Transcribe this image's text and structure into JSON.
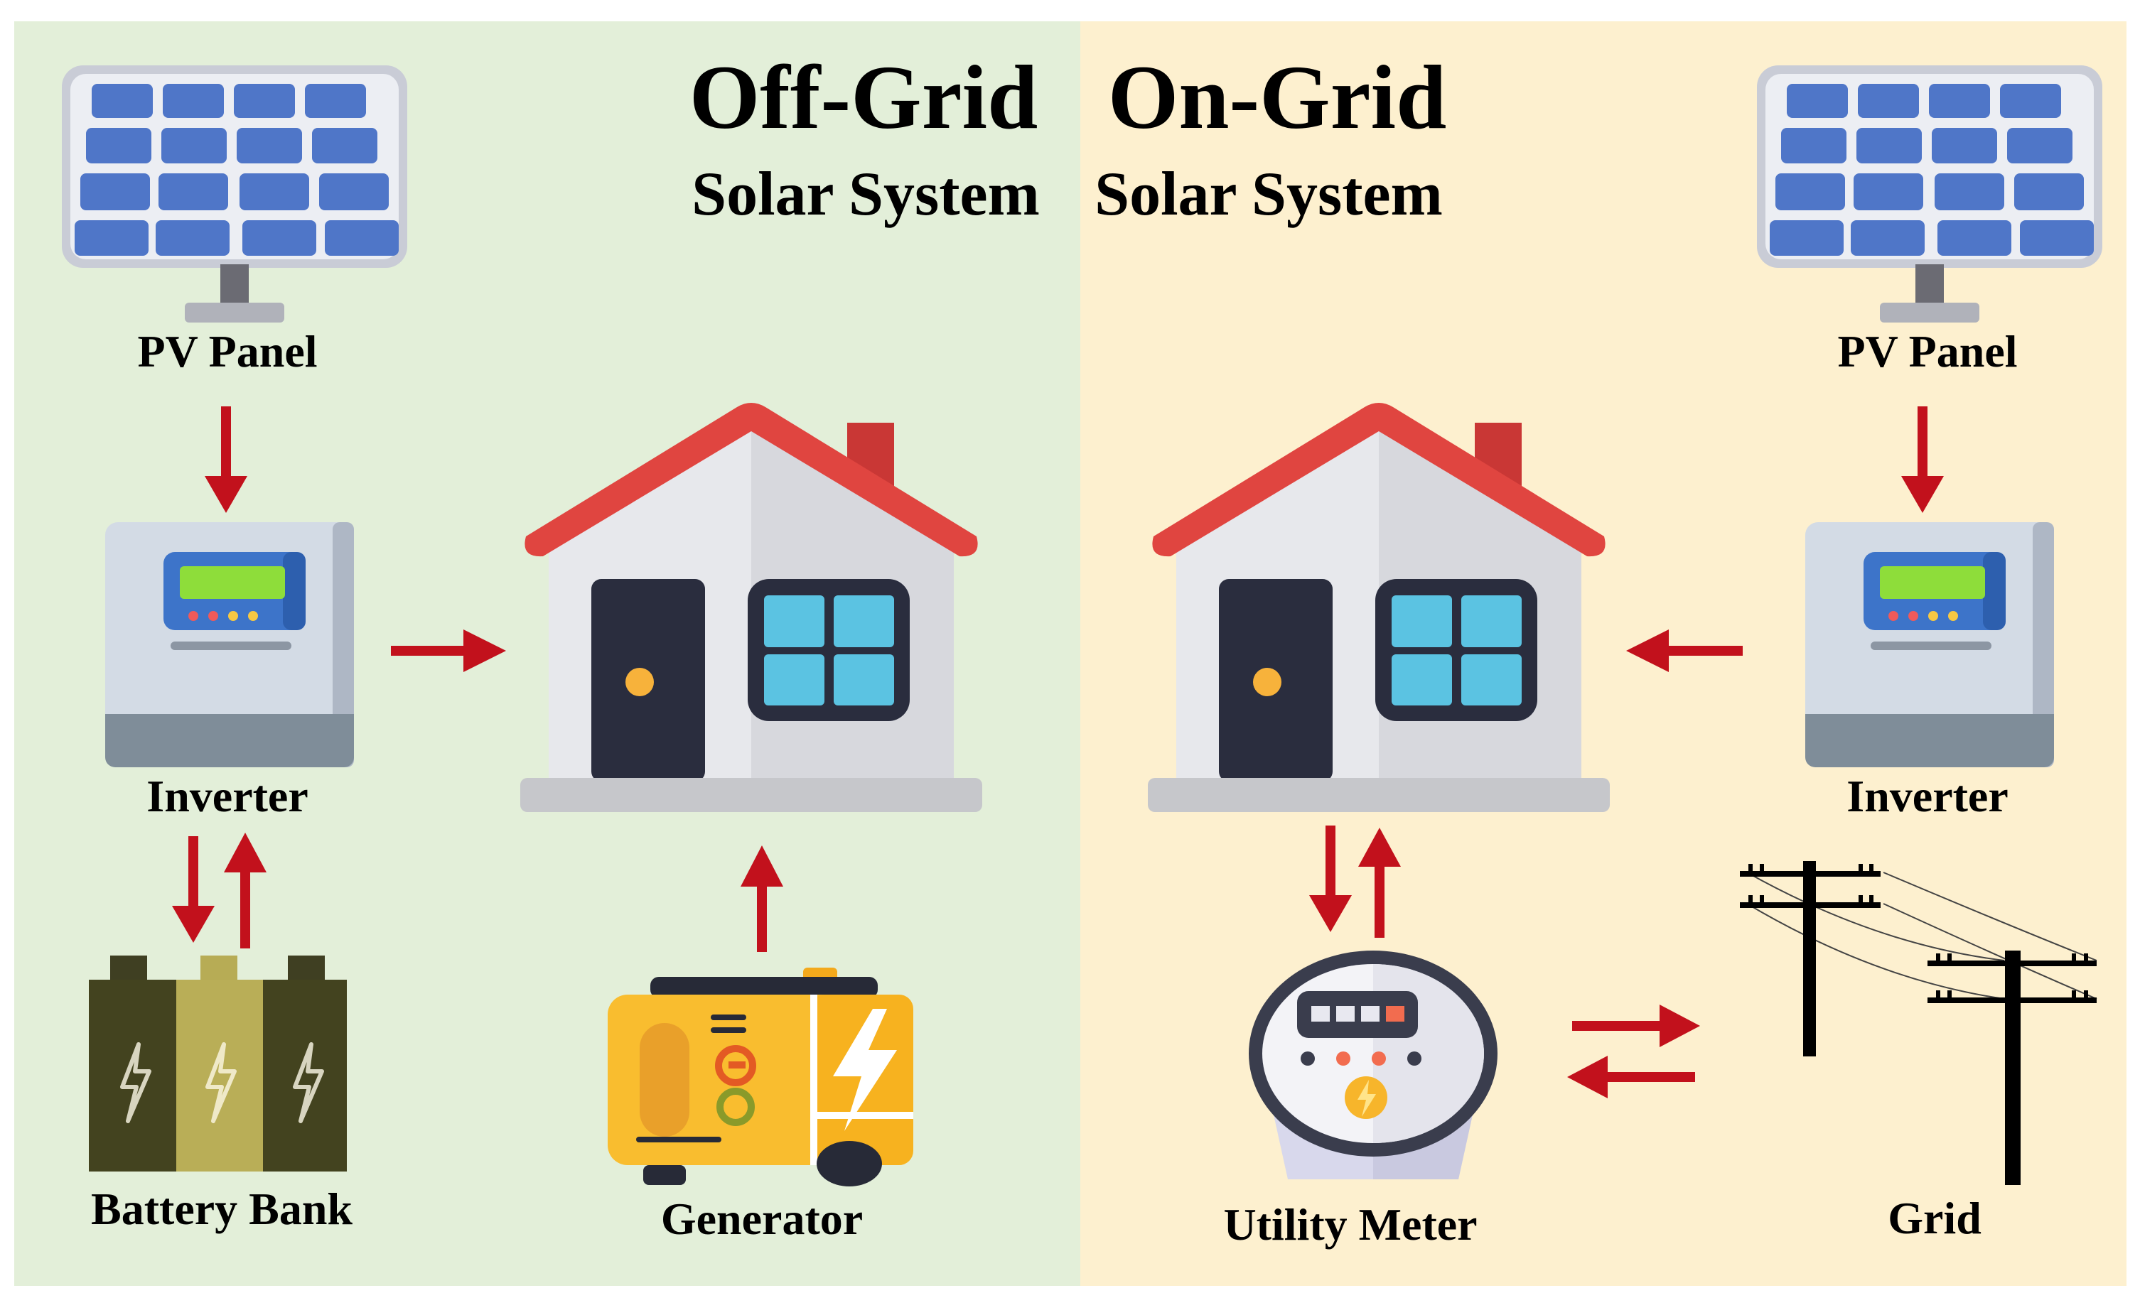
{
  "colors": {
    "off_grid_bg": "#e3efd9",
    "on_grid_bg": "#fdf0cf",
    "arrow": "#c2111c",
    "roof": "#e04540",
    "panel_cell": "#4f76c8",
    "meter_display": "#8edd3a"
  },
  "off_grid": {
    "title": "Off-Grid",
    "subtitle": "Solar System",
    "labels": {
      "pv_panel": "PV Panel",
      "inverter": "Inverter",
      "battery_bank": "Battery Bank",
      "generator": "Generator"
    }
  },
  "on_grid": {
    "title": "On-Grid",
    "subtitle": "Solar System",
    "labels": {
      "pv_panel": "PV Panel",
      "inverter": "Inverter",
      "utility_meter": "Utility Meter",
      "grid": "Grid"
    }
  },
  "icons": [
    "solar-panel-icon",
    "inverter-icon",
    "house-icon",
    "battery-icon",
    "generator-icon",
    "electric-meter-icon",
    "power-pole-icon",
    "arrow-icon"
  ]
}
